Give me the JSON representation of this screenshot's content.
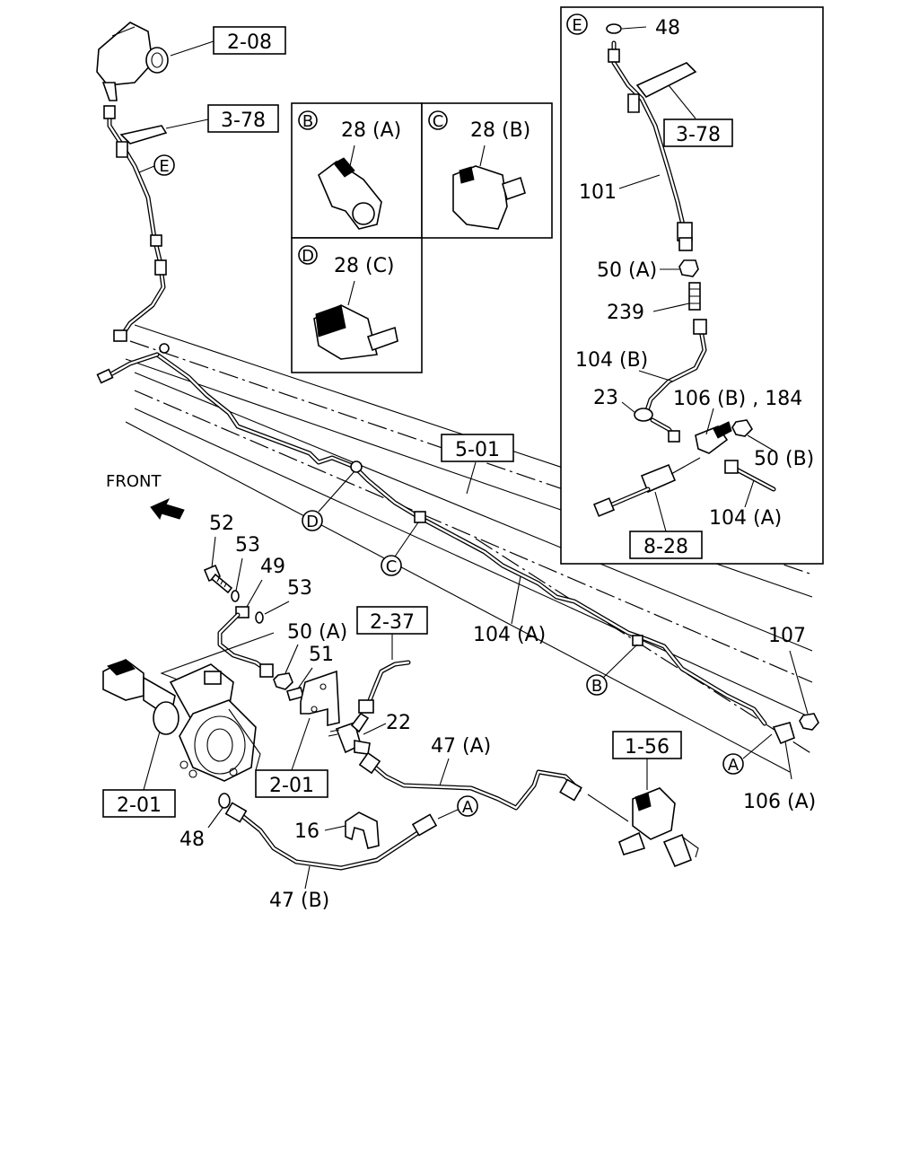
{
  "front_label": "FRONT",
  "ref_boxes": {
    "reservoir": "2-08",
    "bracket_left": "3-78",
    "bracket_detail": "3-78",
    "frame": "5-01",
    "hose": "2-37",
    "valve": "1-56",
    "sensor": "8-28",
    "bracket_lower": "2-01",
    "master": "2-01"
  },
  "insets": {
    "B": {
      "letter": "B",
      "part": "28 (A)"
    },
    "C": {
      "letter": "C",
      "part": "28 (B)"
    },
    "D": {
      "letter": "D",
      "part": "28 (C)"
    },
    "E": {
      "letter": "E"
    }
  },
  "detail_labels": {
    "p48": "48",
    "p101": "101",
    "p50a": "50 (A)",
    "p239": "239",
    "p104b": "104 (B)",
    "p23": "23",
    "p106b": "106 (B) , 184",
    "p50b": "50 (B)",
    "p104a": "104 (A)"
  },
  "callouts": {
    "E": "E",
    "D": "D",
    "C": "C",
    "B": "B",
    "A1": "A",
    "A2": "A"
  },
  "part_labels": {
    "p52": "52",
    "p53a": "53",
    "p49": "49",
    "p53b": "53",
    "p50a": "50 (A)",
    "p51": "51",
    "p22": "22",
    "p104a": "104 (A)",
    "p107": "107",
    "p47a": "47 (A)",
    "p106a": "106 (A)",
    "p16": "16",
    "p48": "48",
    "p47b": "47 (B)"
  }
}
